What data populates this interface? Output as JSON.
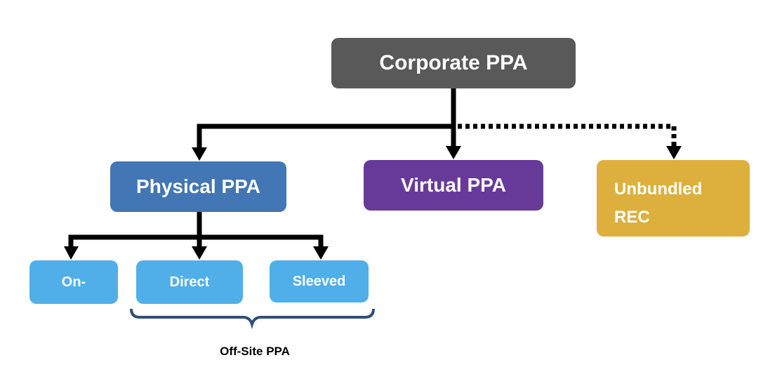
{
  "diagram": {
    "root": {
      "label": "Corporate PPA",
      "color": "#595959"
    },
    "level1": [
      {
        "id": "physical",
        "label": "Physical PPA",
        "color": "#4276b4",
        "link": "solid"
      },
      {
        "id": "virtual",
        "label": "Virtual PPA",
        "color": "#673a9a",
        "link": "solid"
      },
      {
        "id": "unbundled",
        "label_line1": "Unbundled",
        "label_line2": "REC",
        "color": "#ddb03e",
        "link": "dotted"
      }
    ],
    "physical_children": [
      {
        "id": "on-site",
        "label": "On-",
        "color": "#50afe8"
      },
      {
        "id": "direct",
        "label": "Direct",
        "color": "#50afe8"
      },
      {
        "id": "sleeved",
        "label": "Sleeved",
        "color": "#50afe8"
      }
    ],
    "group_brace": {
      "label": "Off-Site PPA",
      "groups": [
        "direct",
        "sleeved"
      ],
      "color": "#2f4f7a"
    }
  }
}
